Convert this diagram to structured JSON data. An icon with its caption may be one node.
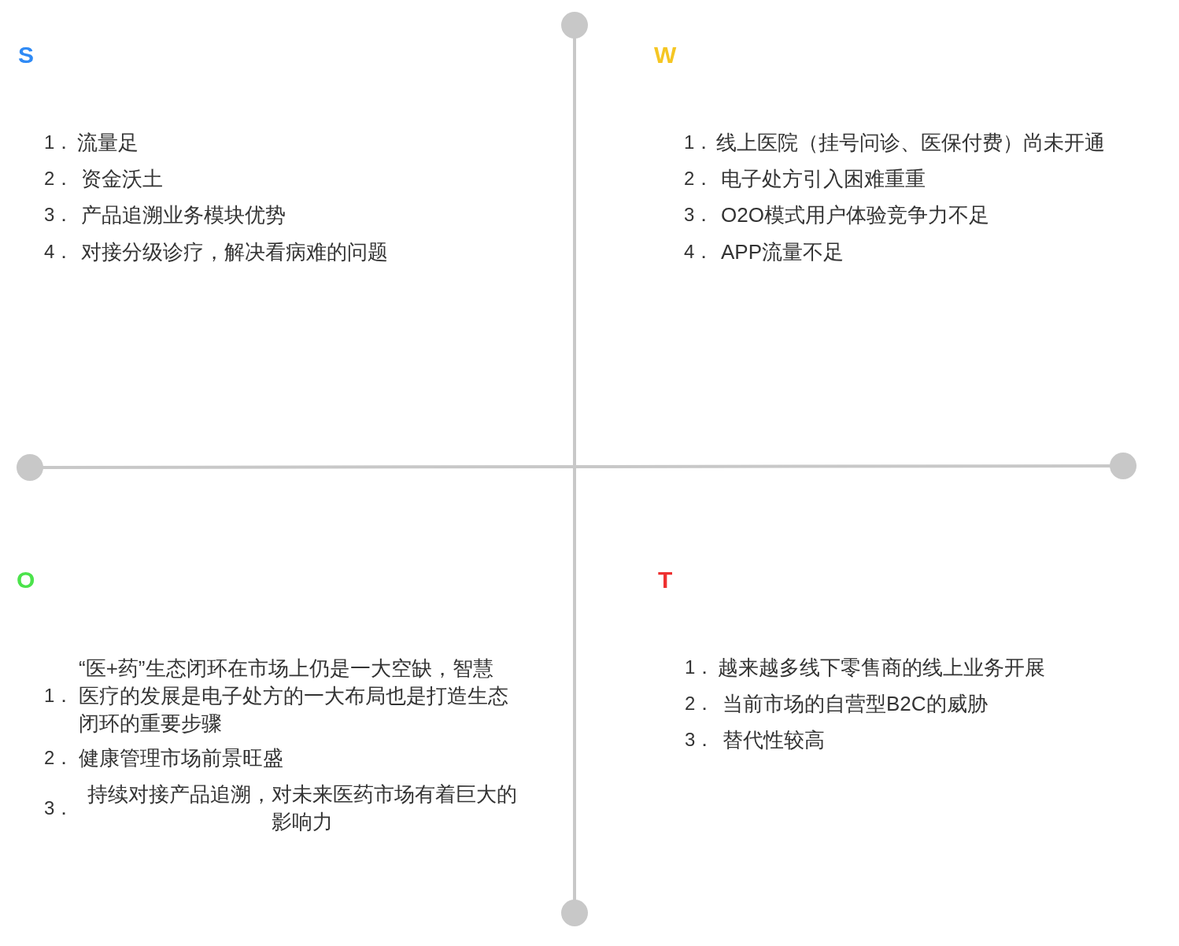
{
  "diagram": {
    "labels": [
      "S",
      "1．",
      "流量足",
      "2．",
      "资金沃土",
      "3．",
      "产品追溯业务模块优势",
      "4．",
      "对接分级诊疗，解决看病难的问题",
      "W",
      "1．",
      "线上医院（挂号问诊、医保付费）尚未开通",
      "2．",
      "电子处方引入困难重重",
      "3．",
      "O2O模式用户体验竞争力不足",
      "4．",
      "APP流量不足",
      "O",
      "1．",
      "“医+药”生态闭环在市场上仍是一大空缺，智慧医疗的发展是电子处方的一大布局也是打造生态闭环的重要步骤",
      "2．",
      "健康管理市场前景旺盛",
      "3．",
      "持续对接产品追溯，对未来医药市场有着巨大的影响力",
      "T",
      "1．",
      "越来越多线下零售商的线上业务开展",
      "2．",
      "当前市场的自营型B2C的威胁",
      "3．",
      "替代性较高"
    ]
  }
}
